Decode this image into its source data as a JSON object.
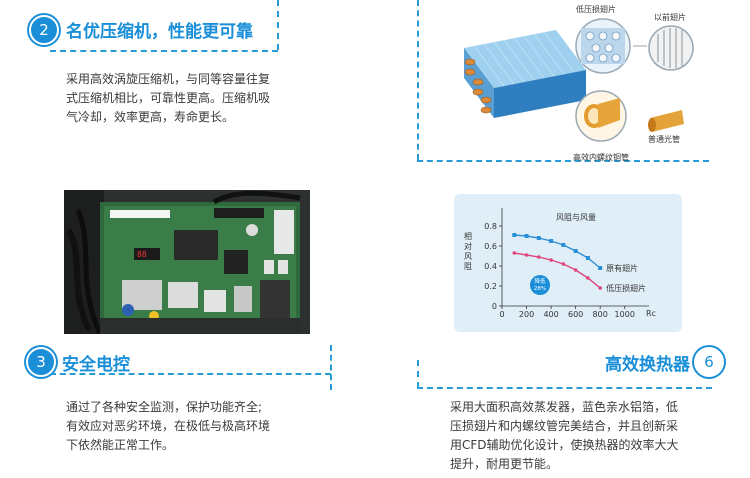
{
  "sections": {
    "s2": {
      "number": "2",
      "title": "名优压缩机，性能更可靠",
      "lines": [
        "采用高效涡旋压缩机，与同等容量往复",
        "式压缩机相比，可靠性更高。压缩机吸",
        "气冷却，效率更高，寿命更长。"
      ]
    },
    "s3": {
      "number": "3",
      "title": "安全电控",
      "lines": [
        "通过了各种安全监测，保护功能齐全;",
        "有效应对恶劣环境，在极低与极高环境",
        "下依然能正常工作。"
      ]
    },
    "s6": {
      "number": "6",
      "title": "高效换热器",
      "lines": [
        "采用大面积高效蒸发器，蓝色亲水铝箔，低",
        "压损翅片和内螺纹管完美结合，并且创新采",
        "用CFD辅助优化设计，使换热器的效率大大",
        "提升，耐用更节能。"
      ]
    }
  },
  "illustration": {
    "labels": {
      "low_loss_fin": "低压损翅片",
      "old_fin": "以前翅片",
      "inner_groove_tube": "高效内螺纹铜管",
      "plain_tube": "普通光管"
    }
  },
  "colors": {
    "accent": "#1a8fd8",
    "dash": "#2a9ad6",
    "series_existing": "#2a8fd6",
    "series_lowloss": "#e0457a"
  },
  "chart_data": {
    "type": "line",
    "title": "风阻与风量",
    "ylabel": "相对风阻",
    "xlabel": "",
    "x_unit": "Rc",
    "x_ticks": [
      "0",
      "200",
      "400",
      "600",
      "800",
      "1000"
    ],
    "y_ticks": [
      "0",
      "0.2",
      "0.4",
      "0.6",
      "0.8"
    ],
    "xlim": [
      0,
      1100
    ],
    "ylim": [
      0,
      0.9
    ],
    "annotation": {
      "line1": "降低",
      "line2": "28%"
    },
    "series": [
      {
        "name": "原有翅片",
        "x": [
          100,
          200,
          300,
          400,
          500,
          600,
          700,
          800
        ],
        "y": [
          0.71,
          0.7,
          0.68,
          0.65,
          0.61,
          0.55,
          0.48,
          0.38
        ]
      },
      {
        "name": "低压损翅片",
        "x": [
          100,
          200,
          300,
          400,
          500,
          600,
          700,
          800
        ],
        "y": [
          0.53,
          0.51,
          0.49,
          0.46,
          0.42,
          0.36,
          0.28,
          0.18
        ]
      }
    ]
  }
}
